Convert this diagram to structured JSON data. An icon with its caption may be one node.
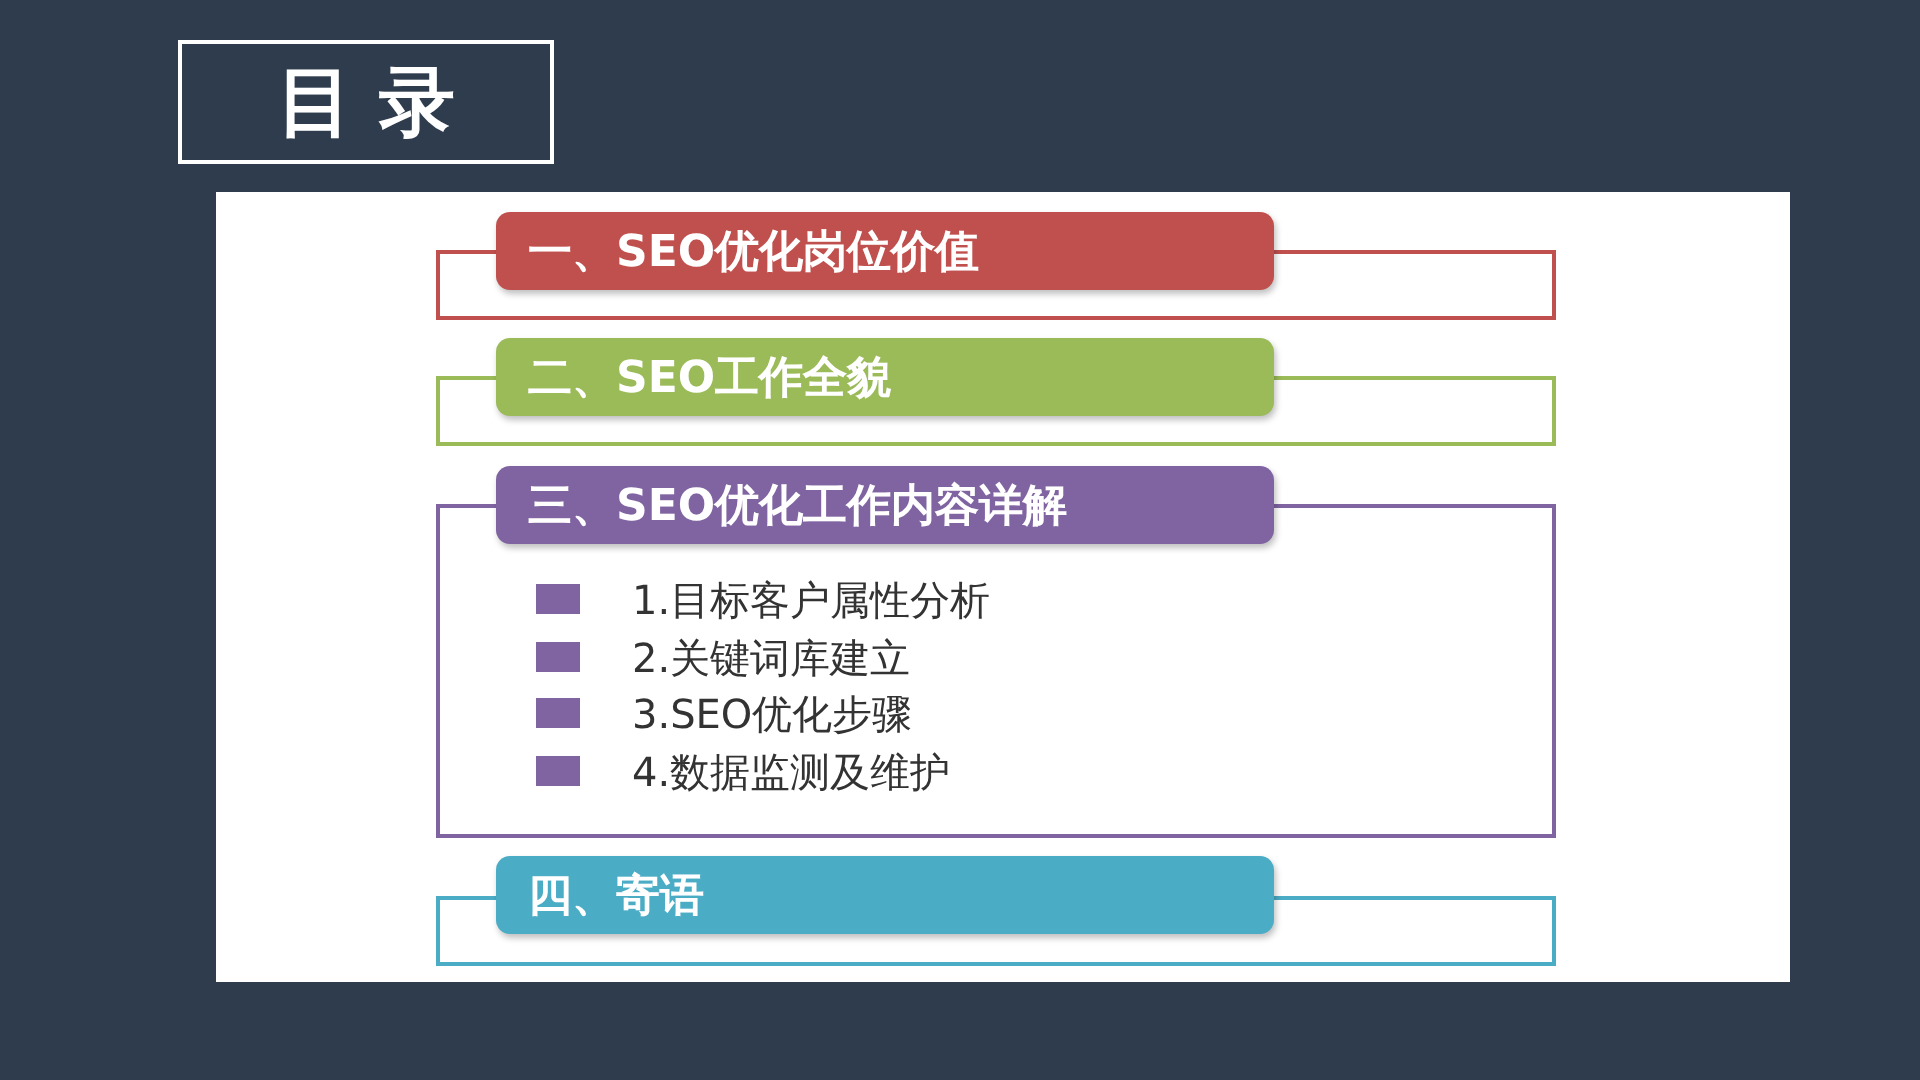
{
  "diagram": {
    "title": "目 录",
    "nodes": [
      {
        "text": [
          "一、SEO优化岗位价值"
        ]
      },
      {
        "text": [],
        "shape": "box"
      },
      {
        "text": [
          "二、SEO工作全貌"
        ]
      },
      {
        "text": [],
        "shape": "box"
      },
      {
        "text": [
          "三、SEO优化工作内容详解"
        ]
      },
      {
        "text": [
          "1.目标客户属性分析",
          "2.关键词库建立",
          "3.SEO优化步骤",
          "4.数据监测及维护"
        ]
      },
      {
        "text": [
          "四、寄语"
        ]
      },
      {
        "text": [],
        "shape": "box"
      }
    ]
  }
}
